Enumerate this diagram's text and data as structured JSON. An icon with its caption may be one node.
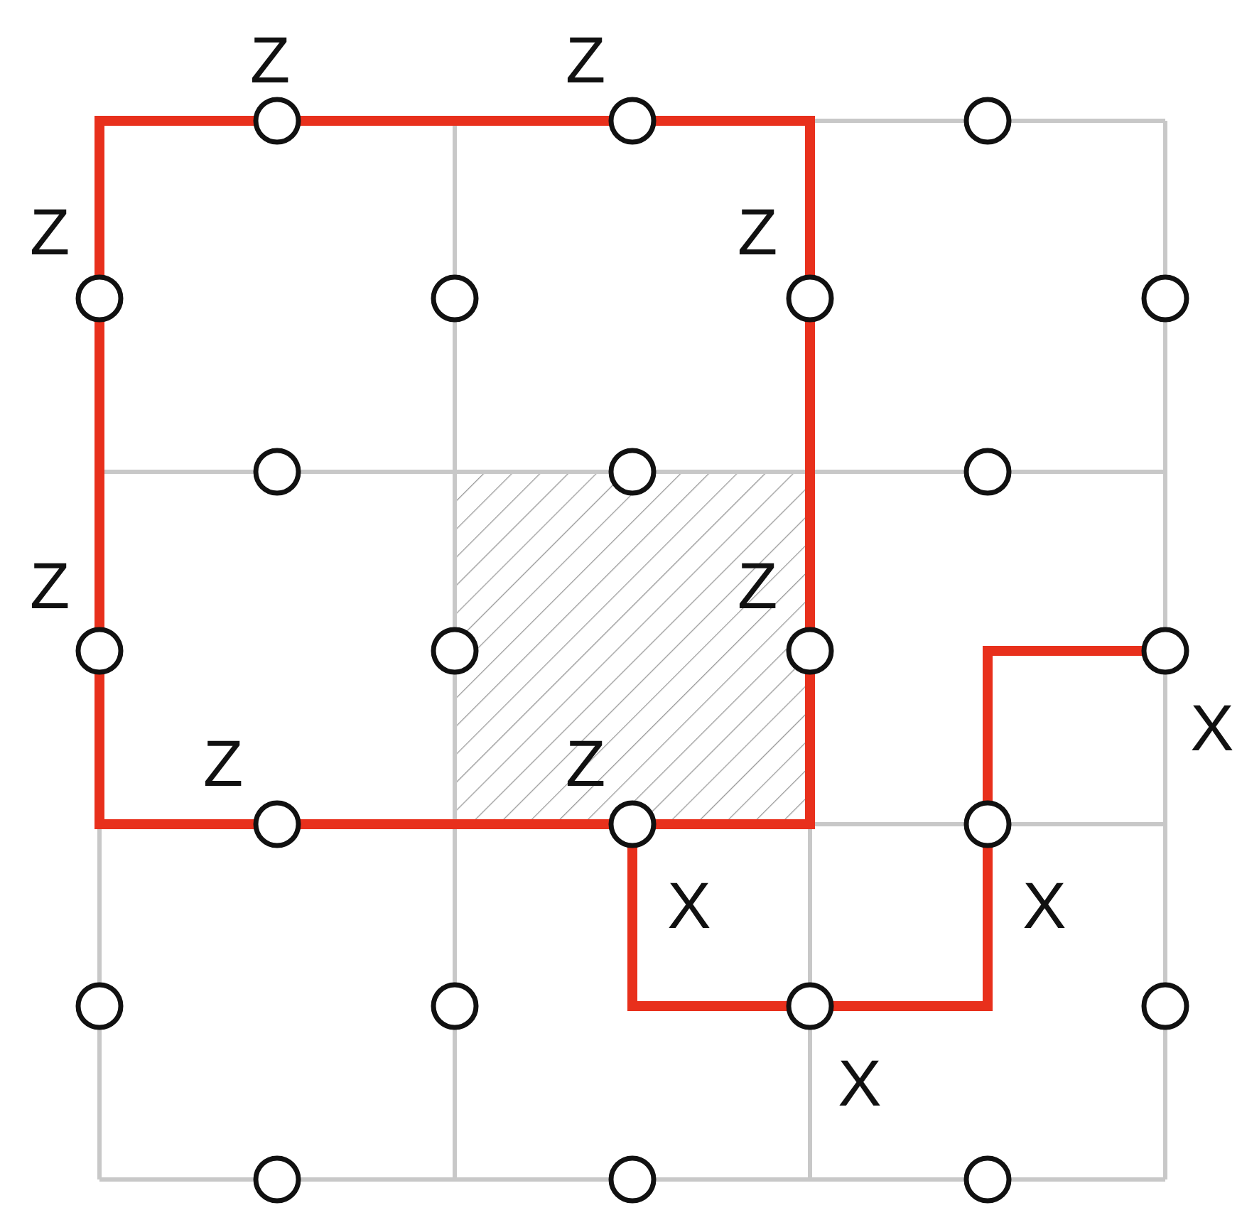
{
  "diagram": {
    "labels": [
      "Z",
      "Z",
      "Z",
      "Z",
      "Z",
      "Z",
      "X",
      "Z",
      "Z",
      "X",
      "X",
      "X"
    ]
  }
}
